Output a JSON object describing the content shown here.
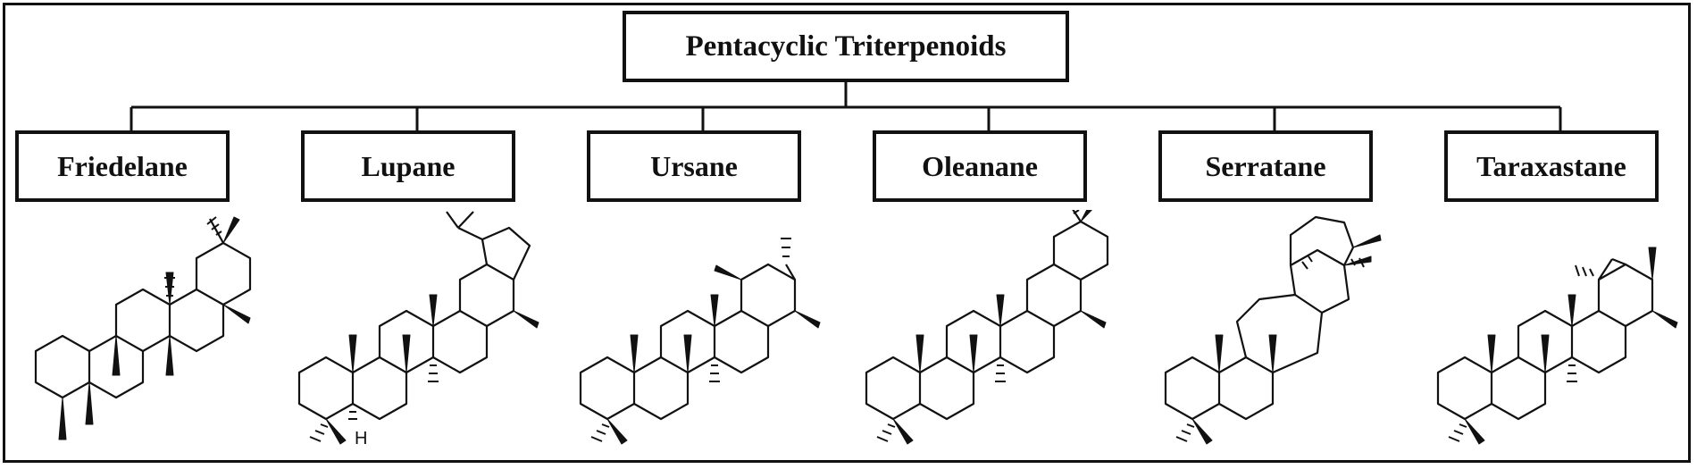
{
  "root": {
    "label": "Pentacyclic Triterpenoids"
  },
  "classes": [
    {
      "label": "Friedelane"
    },
    {
      "label": "Lupane"
    },
    {
      "label": "Ursane"
    },
    {
      "label": "Oleanane"
    },
    {
      "label": "Serratane"
    },
    {
      "label": "Taraxastane"
    }
  ],
  "structure_labels": {
    "lupane_h": "H"
  },
  "colors": {
    "line": "#111111",
    "background": "#ffffff"
  }
}
